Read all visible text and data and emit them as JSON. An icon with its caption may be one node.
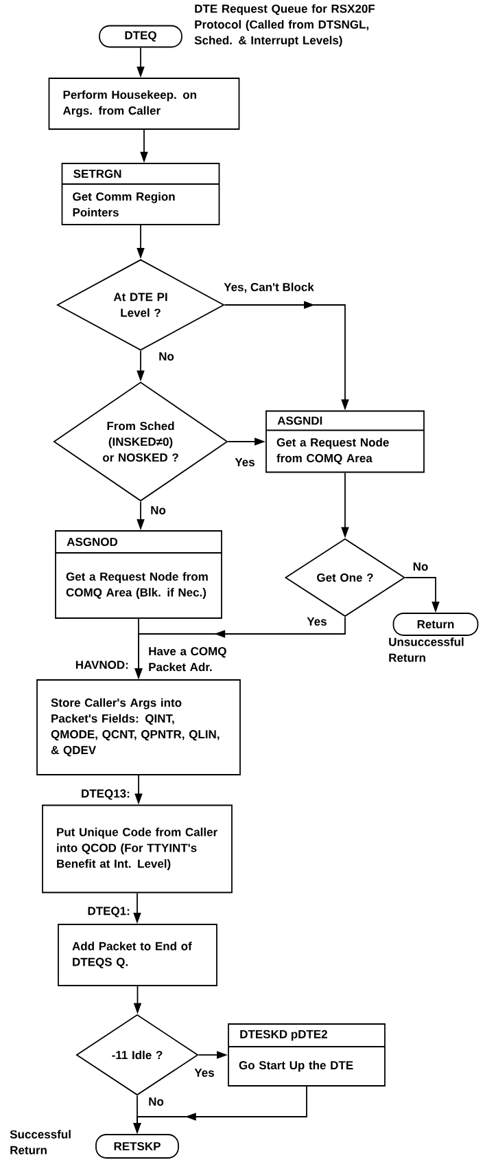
{
  "diagram": {
    "nodes": [
      {
        "text": [
          "DTEQ"
        ],
        "beside": [
          "DTE Request Queue for RSX20F Protocol (Called from DTSNGL, Sched. & Interrupt Levels)"
        ]
      },
      {
        "text": [
          "Perform Housekeep. on Args. from Caller"
        ]
      },
      {
        "text": [
          "SETRGN",
          "Get Comm Region Pointers"
        ]
      },
      {
        "text": [
          "At DTE PI Level ?"
        ]
      },
      {
        "text": [
          "From Sched (INSKED≠0) or NOSKED ?"
        ]
      },
      {
        "text": [
          "ASGNDI",
          "Get a Request Node from COMQ Area"
        ]
      },
      {
        "text": [
          "ASGNOD",
          "Get a Request Node from COMQ Area (Blk. if Nec.)"
        ]
      },
      {
        "text": [
          "Get One ?"
        ]
      },
      {
        "text": [
          "Return"
        ],
        "beside": [
          "Unsuccessful Return"
        ]
      },
      {
        "text": [
          "Store Caller's Args into Packet's Fields: QINT, QMODE, QCNT, QPNTR, QLIN, & QDEV"
        ],
        "beside": [
          "HAVNOD:",
          "Have a COMQ Packet Adr."
        ]
      },
      {
        "text": [
          "Put Unique Code from Caller into QCOD (For TTYINT's Benefit at Int. Level)"
        ],
        "beside": [
          "DTEQ13:"
        ]
      },
      {
        "text": [
          "Add Packet to End of DTEQS Q."
        ],
        "beside": [
          "DTEQ1:"
        ]
      },
      {
        "text": [
          "-11 Idle ?"
        ]
      },
      {
        "text": [
          "DTESKD pDTE2",
          "Go Start Up the DTE"
        ]
      },
      {
        "text": [
          "RETSKP"
        ],
        "beside": [
          "Successful Return"
        ]
      }
    ],
    "edges": [
      {
        "from": 0,
        "to": 1,
        "arrow": "to"
      },
      {
        "from": 1,
        "to": 2,
        "arrow": "to"
      },
      {
        "from": 2,
        "to": 3,
        "arrow": "to"
      },
      {
        "from": 3,
        "to": 5,
        "arrow": "to",
        "label": "Yes, Can't Block"
      },
      {
        "from": 3,
        "to": 4,
        "arrow": "to",
        "label": "No"
      },
      {
        "from": 4,
        "to": 5,
        "arrow": "to",
        "label": "Yes"
      },
      {
        "from": 4,
        "to": 6,
        "arrow": "to",
        "label": "No"
      },
      {
        "from": 5,
        "to": 7,
        "arrow": "to"
      },
      {
        "from": 7,
        "to": 8,
        "arrow": "to",
        "label": "No"
      },
      {
        "from": 7,
        "to": 9,
        "arrow": "to",
        "label": "Yes"
      },
      {
        "from": 6,
        "to": 9,
        "arrow": "to"
      },
      {
        "from": 9,
        "to": 10,
        "arrow": "to"
      },
      {
        "from": 10,
        "to": 11,
        "arrow": "to"
      },
      {
        "from": 11,
        "to": 12,
        "arrow": "to"
      },
      {
        "from": 12,
        "to": 13,
        "arrow": "to",
        "label": "Yes"
      },
      {
        "from": 12,
        "to": 14,
        "arrow": "to",
        "label": "No"
      },
      {
        "from": 13,
        "to": 14,
        "arrow": "to"
      }
    ]
  }
}
